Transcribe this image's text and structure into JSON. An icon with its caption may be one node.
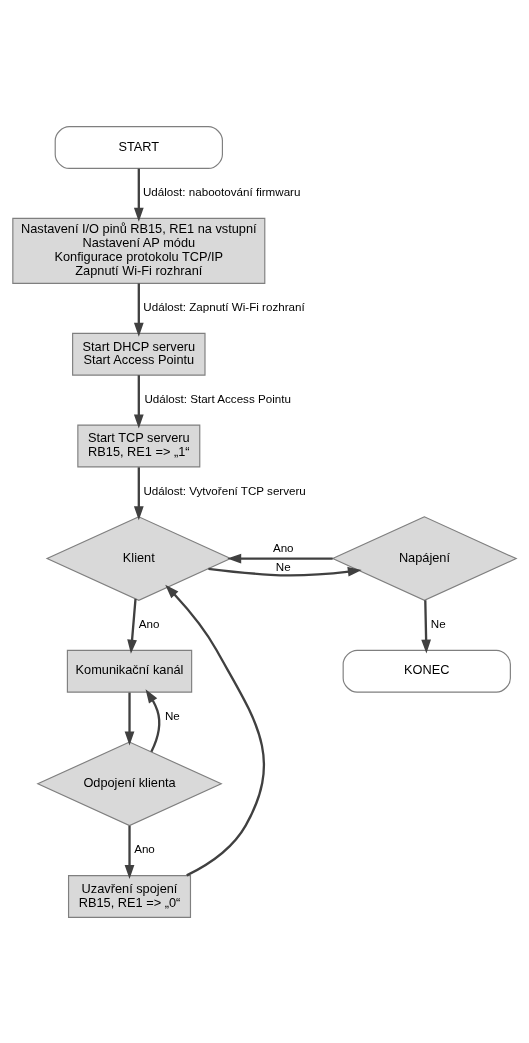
{
  "diagram": {
    "nodes": [
      {
        "text": [
          "START"
        ]
      },
      {
        "text": [
          "Nastavení I/O pinů RB15, RE1 na vstupní",
          "Nastavení AP módu",
          "Konfigurace protokolu TCP/IP",
          "Zapnutí Wi-Fi rozhraní"
        ]
      },
      {
        "text": [
          "Start DHCP serveru",
          "Start Access Pointu"
        ]
      },
      {
        "text": [
          "Start TCP serveru",
          "RB15, RE1 => „1“"
        ]
      },
      {
        "text": [
          "Klient"
        ]
      },
      {
        "text": [
          "Napájení"
        ]
      },
      {
        "text": [
          "Komunikační kanál"
        ]
      },
      {
        "text": [
          "Odpojení klienta"
        ]
      },
      {
        "text": [
          "Uzavření spojení",
          "RB15, RE1 => „0“"
        ]
      },
      {
        "text": [
          "KONEC"
        ]
      }
    ],
    "edges": [
      {
        "from": 0,
        "to": 1,
        "arrow": "to",
        "label": "Událost: nabootování firmwaru"
      },
      {
        "from": 1,
        "to": 2,
        "arrow": "to",
        "label": "Událost: Zapnutí Wi-Fi rozhraní"
      },
      {
        "from": 2,
        "to": 3,
        "arrow": "to",
        "label": "Událost: Start Access Pointu"
      },
      {
        "from": 3,
        "to": 4,
        "arrow": "to",
        "label": "Událost: Vytvoření TCP serveru"
      },
      {
        "from": 4,
        "to": 5,
        "arrow": "to",
        "label": "Ne"
      },
      {
        "from": 5,
        "to": 4,
        "arrow": "to",
        "label": "Ano"
      },
      {
        "from": 4,
        "to": 6,
        "arrow": "to",
        "label": "Ano"
      },
      {
        "from": 6,
        "to": 7,
        "arrow": "to"
      },
      {
        "from": 7,
        "to": 6,
        "arrow": "to",
        "label": "Ne"
      },
      {
        "from": 7,
        "to": 8,
        "arrow": "to",
        "label": "Ano"
      },
      {
        "from": 8,
        "to": 4,
        "arrow": "to"
      },
      {
        "from": 5,
        "to": 9,
        "arrow": "to",
        "label": "Ne"
      }
    ]
  }
}
